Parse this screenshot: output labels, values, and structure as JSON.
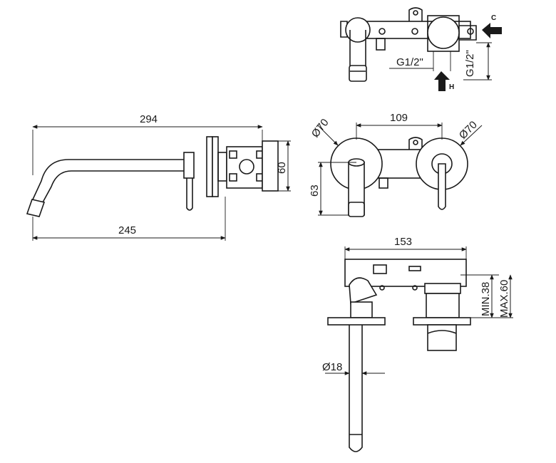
{
  "top_view": {
    "inlet_cold_label": "C",
    "inlet_hot_label": "H",
    "thread_horizontal": "G1/2\"",
    "thread_vertical": "G1/2\""
  },
  "side_view": {
    "overall_length": "294",
    "spout_reach": "245",
    "box_depth": "60"
  },
  "front_view": {
    "center_distance": "109",
    "left_rosette_diameter": "Ø70",
    "right_rosette_diameter": "Ø70",
    "spout_height": "63"
  },
  "plan_view": {
    "body_width": "153",
    "spout_diameter": "Ø18",
    "min_depth": "MIN.38",
    "max_depth": "MAX.60"
  }
}
